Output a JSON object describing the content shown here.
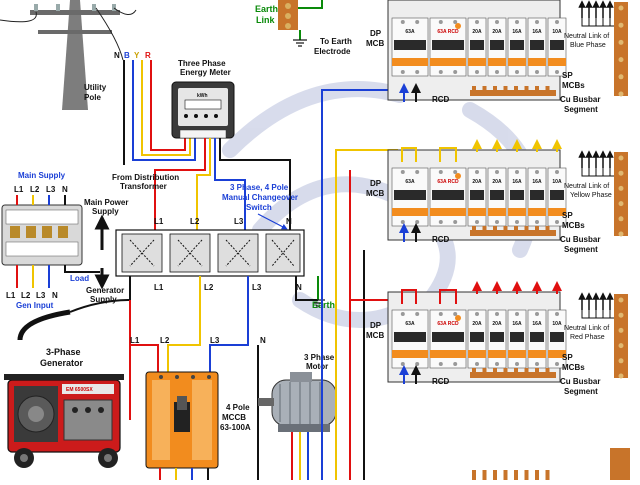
{
  "labels": {
    "earth_link": [
      "Earth",
      "Link"
    ],
    "to_earth_electrode": [
      "To Earth",
      "Electrode"
    ],
    "utility_pole": [
      "Utility",
      "Pole"
    ],
    "phase_letters": [
      "N",
      "B",
      "Y",
      "R"
    ],
    "energy_meter": [
      "Three Phase",
      "Energy Meter"
    ],
    "kwh": "kWh",
    "from_distribution": [
      "From Distribution",
      "Transformer"
    ],
    "changeover": [
      "3 Phase, 4 Pole",
      "Manual Changeover",
      "Switch"
    ],
    "main_supply": "Main Supply",
    "main_power_supply": [
      "Main Power",
      "Supply"
    ],
    "load": "Load",
    "generator_supply": [
      "Generator",
      "Supply"
    ],
    "gen_input": "Gen Input",
    "terminal_top": [
      "L1",
      "L2",
      "L3",
      "N"
    ],
    "terminal_bottom": [
      "L1",
      "L2",
      "L3",
      "N"
    ],
    "switch_top": [
      "L1",
      "L2",
      "L3",
      "N"
    ],
    "switch_bottom": [
      "L1",
      "L2",
      "L3",
      "N"
    ],
    "line_labels": [
      "L1",
      "L2",
      "L3",
      "N"
    ],
    "earth": "Earth",
    "generator": [
      "3-Phase",
      "Generator"
    ],
    "generator_model": "EM 6500SX",
    "motor": [
      "3 Phase",
      "Motor"
    ],
    "mccb": [
      "4 Pole",
      "MCCB",
      "63-100A"
    ],
    "dp_mcb": [
      "DP",
      "MCB"
    ],
    "rcd": "RCD",
    "sp_mcbs": [
      "SP",
      "MCBs"
    ],
    "cu_busbar": [
      "Cu Busbar",
      "Segment"
    ],
    "neutral_blue": [
      "Neutral Link of",
      "Blue Phase"
    ],
    "neutral_yellow": [
      "Neutral Link of",
      "Yellow Phase"
    ],
    "neutral_red": [
      "Neutral Link of",
      "Red Phase"
    ],
    "breaker_ratings": [
      "63A",
      "63A RCD",
      "20A",
      "20A",
      "16A",
      "16A",
      "10A"
    ],
    "rcd_tag": "RCD"
  },
  "colors": {
    "red": "#e01010",
    "yellow": "#f0c400",
    "blue": "#1a3fd6",
    "black": "#111111",
    "green": "#0a8a0a",
    "orange": "#f28c1e",
    "copper": "#c8742a",
    "watermark": "#b8bfdc"
  },
  "icons": {
    "pole": "utility-pole-icon",
    "meter": "energy-meter-icon",
    "generator": "generator-icon",
    "motor": "motor-icon",
    "earth": "earth-ground-icon"
  }
}
